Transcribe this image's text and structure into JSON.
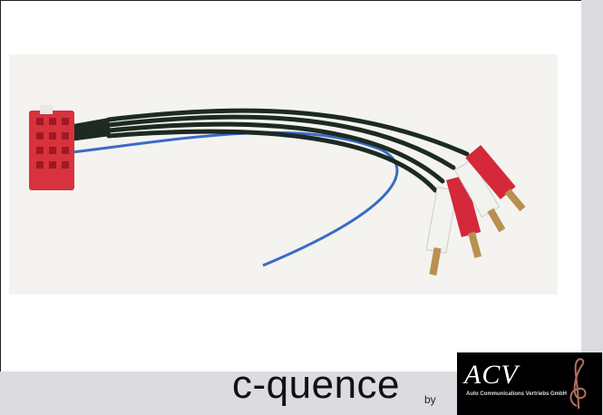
{
  "page": {
    "brand": "c-quence",
    "by": "by"
  },
  "logo": {
    "main": "ACV",
    "sub": "Auto Communications Vertriebs GmbH"
  },
  "photo": {
    "subject": "adapter-cable-photo",
    "colors": {
      "connector": "#d8323c",
      "cable": "#1c2a22",
      "wire": "#3a6bc4",
      "plug_red": "#d5283a",
      "plug_white": "#f2f2ee",
      "metal": "#b89050"
    }
  }
}
